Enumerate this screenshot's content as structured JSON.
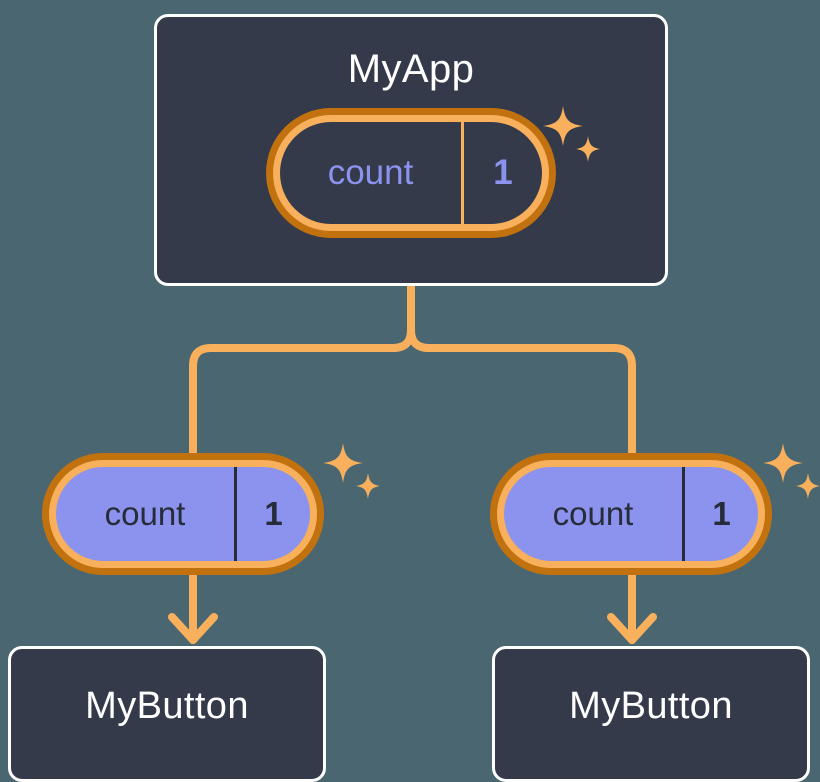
{
  "diagram": {
    "type": "component-state-propagation-tree",
    "background_color": "#4a6670",
    "palette": {
      "card_background": "#343a4a",
      "card_border": "#ffffff",
      "pill_outer_ring": "#c2710f",
      "pill_inner_ring": "#f8b05c",
      "pill_fill_purple": "#8b93ee",
      "state_text_purple": "#8b93ee",
      "state_text_dark": "#272c38",
      "connector": "#f8b05c",
      "sparkle": "#f8b05c",
      "title_text": "#ffffff"
    }
  },
  "nodes": {
    "root": {
      "title": "MyApp",
      "state": {
        "key": "count",
        "value": "1",
        "style": "dark"
      }
    },
    "children": [
      {
        "title": "MyButton",
        "state": {
          "key": "count",
          "value": "1",
          "style": "filled"
        }
      },
      {
        "title": "MyButton",
        "state": {
          "key": "count",
          "value": "1",
          "style": "filled"
        }
      }
    ]
  },
  "icons": {
    "sparkle_large": "sparkle-four-point-large",
    "sparkle_small": "sparkle-four-point-small",
    "arrow": "arrow-down-chevron"
  }
}
